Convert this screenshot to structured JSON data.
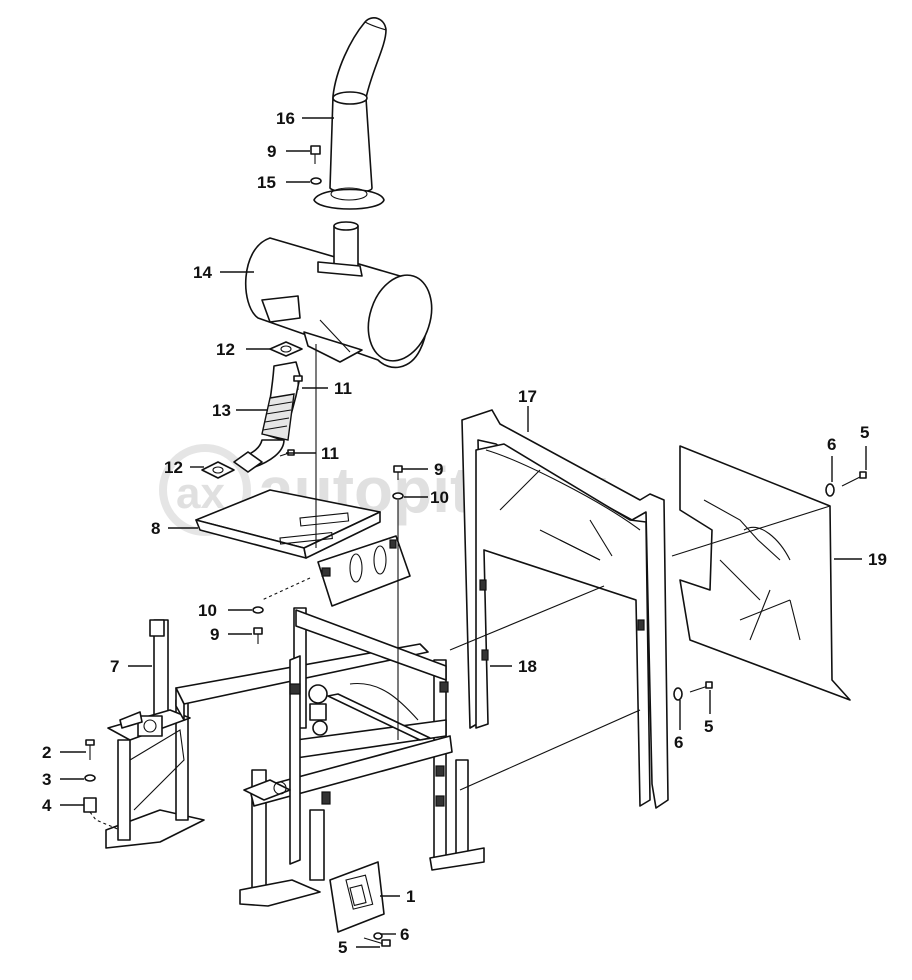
{
  "watermark": {
    "text": "autopiter.ru",
    "logo_icon": "ax-logo-icon"
  },
  "callouts": [
    {
      "id": "c16",
      "label": "16"
    },
    {
      "id": "c9a",
      "label": "9"
    },
    {
      "id": "c15",
      "label": "15"
    },
    {
      "id": "c14",
      "label": "14"
    },
    {
      "id": "c12a",
      "label": "12"
    },
    {
      "id": "c11a",
      "label": "11"
    },
    {
      "id": "c13",
      "label": "13"
    },
    {
      "id": "c12b",
      "label": "12"
    },
    {
      "id": "c11b",
      "label": "11"
    },
    {
      "id": "c9b",
      "label": "9"
    },
    {
      "id": "c10a",
      "label": "10"
    },
    {
      "id": "c8",
      "label": "8"
    },
    {
      "id": "c17",
      "label": "17"
    },
    {
      "id": "c6a",
      "label": "6"
    },
    {
      "id": "c5a",
      "label": "5"
    },
    {
      "id": "c19",
      "label": "19"
    },
    {
      "id": "c10b",
      "label": "10"
    },
    {
      "id": "c9c",
      "label": "9"
    },
    {
      "id": "c7",
      "label": "7"
    },
    {
      "id": "c18",
      "label": "18"
    },
    {
      "id": "c2",
      "label": "2"
    },
    {
      "id": "c3",
      "label": "3"
    },
    {
      "id": "c4",
      "label": "4"
    },
    {
      "id": "c6b",
      "label": "6"
    },
    {
      "id": "c5b",
      "label": "5"
    },
    {
      "id": "c1",
      "label": "1"
    },
    {
      "id": "c6c",
      "label": "6"
    },
    {
      "id": "c5c",
      "label": "5"
    }
  ]
}
